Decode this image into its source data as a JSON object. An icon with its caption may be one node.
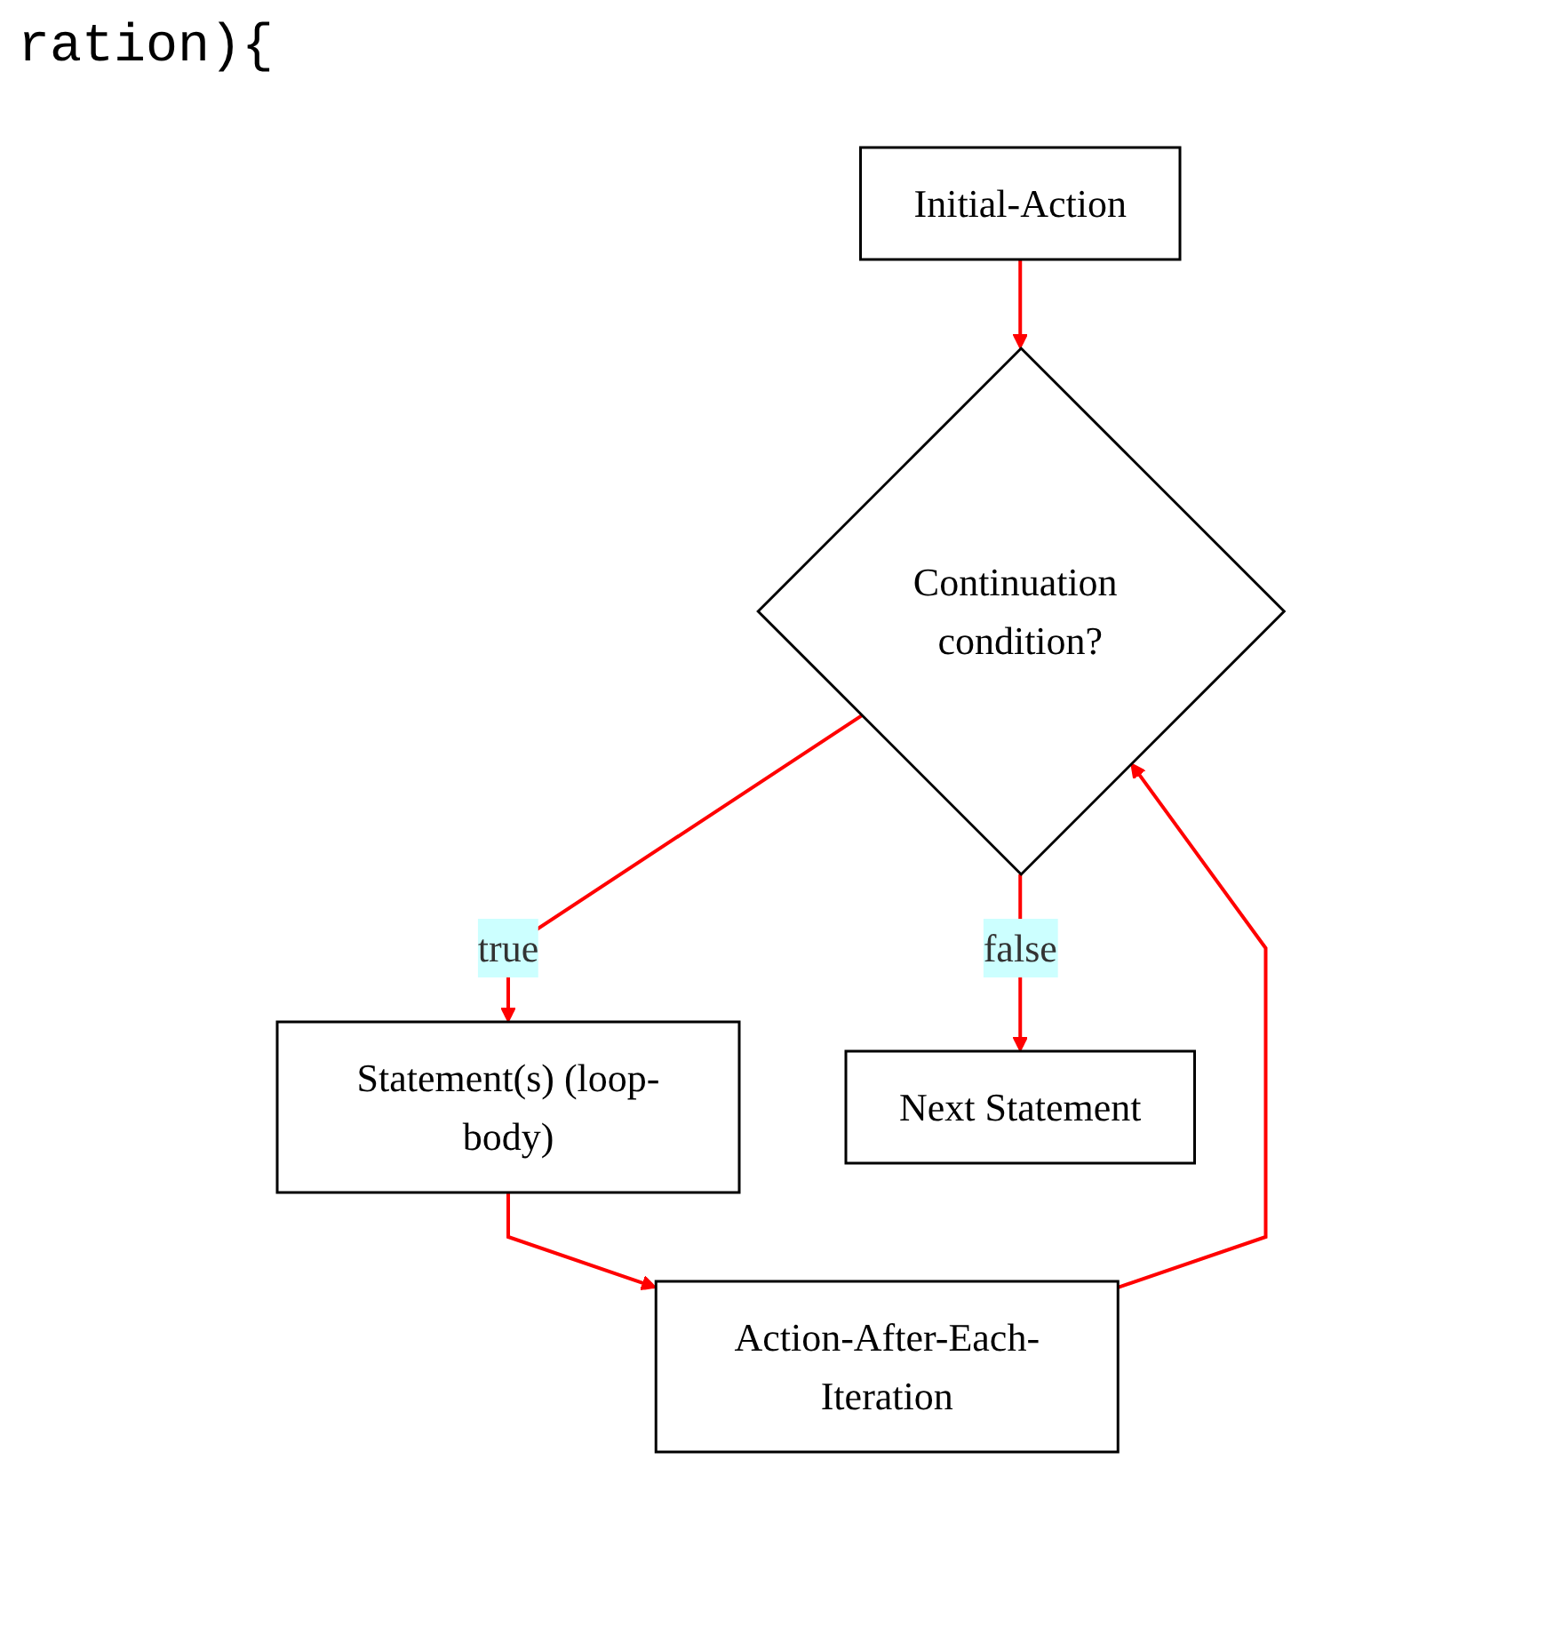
{
  "diagram": {
    "nodes": [
      {
        "text": [
          "Initial-Action"
        ]
      },
      {
        "text": [
          "Continuation condition?"
        ]
      },
      {
        "text": [
          "Action-After-Each-Iteration"
        ]
      },
      {
        "text": [
          "Statement(s) (loop-body)"
        ]
      },
      {
        "text": [
          "Next Statement"
        ]
      }
    ],
    "edges": [
      {
        "from": 0,
        "to": 1,
        "arrow": "to"
      },
      {
        "from": 1,
        "to": 3,
        "arrow": "to",
        "label": "true"
      },
      {
        "from": 3,
        "to": 2,
        "arrow": "to"
      },
      {
        "from": 2,
        "to": 1,
        "arrow": "to"
      },
      {
        "from": 1,
        "to": 4,
        "arrow": "to",
        "label": "false"
      }
    ],
    "labels": [
      "ration){"
    ]
  }
}
